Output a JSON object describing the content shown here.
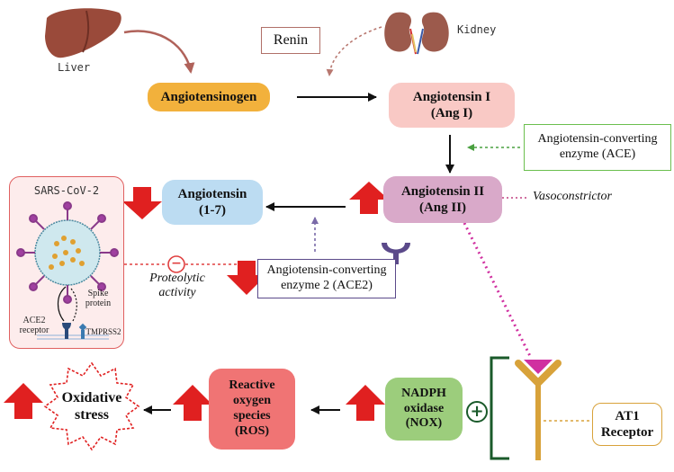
{
  "organs": {
    "liver": "Liver",
    "kidney": "Kidney"
  },
  "enzymes": {
    "renin": "Renin",
    "ace": "Angiotensin-converting enzyme (ACE)",
    "ace2": "Angiotensin-converting enzyme 2 (ACE2)"
  },
  "nodes": {
    "angiotensinogen": "Angiotensinogen",
    "ang1_line1": "Angiotensin I",
    "ang1_line2": "(Ang I)",
    "ang2_line1": "Angiotensin II",
    "ang2_line2": "(Ang II)",
    "ang17_line1": "Angiotensin",
    "ang17_line2": "(1-7)",
    "nox_line1": "NADPH",
    "nox_line2": "oxidase",
    "nox_line3": "(NOX)",
    "ros_line1": "Reactive",
    "ros_line2": "oxygen",
    "ros_line3": "species",
    "ros_line4": "(ROS)",
    "oxidative_line1": "Oxidative",
    "oxidative_line2": "stress",
    "at1_line1": "AT1",
    "at1_line2": "Receptor"
  },
  "annotations": {
    "vasoconstrictor": "Vasoconstrictor",
    "proteolytic_line1": "Proteolytic",
    "proteolytic_line2": "activity",
    "minus_sign": "−",
    "plus_sign": "+"
  },
  "virus_panel": {
    "title": "SARS-CoV-2",
    "spike_line1": "Spike",
    "spike_line2": "protein",
    "ace2_receptor_line1": "ACE2",
    "ace2_receptor_line2": "receptor",
    "tmprss2": "TMPRSS2"
  },
  "colors": {
    "angiotensinogen": "#f2b13c",
    "ang1": "#f9c9c5",
    "ang2": "#d9a9c9",
    "ang17": "#bcdcf2",
    "nox": "#9ccd7c",
    "ros": "#f07474",
    "up_down_arrow": "#e02020",
    "ace_border": "#6bbf4e",
    "ace2_border": "#5b4a8a",
    "renin_border": "#b07068",
    "at1_border": "#d8a23a",
    "virus_panel_border": "#e06060",
    "virus_panel_fill": "#fdecec",
    "dotted_magenta": "#d030a0"
  }
}
